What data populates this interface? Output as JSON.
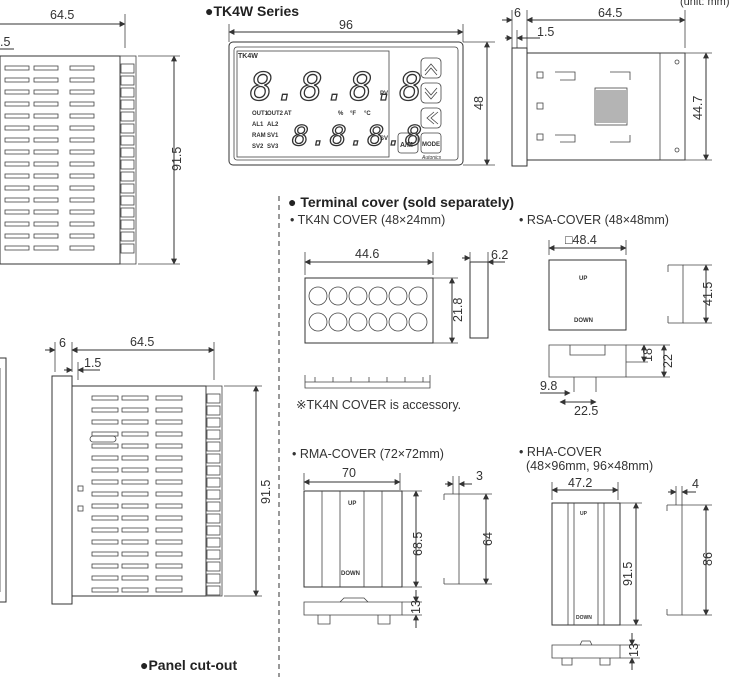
{
  "units": "(unit: mm)",
  "series_title": "●TK4W Series",
  "panel_cutout": "●Panel cut-out",
  "terminal_cover": {
    "title": "● Terminal cover (sold separately)",
    "tk4n": "• TK4N COVER (48×24mm)",
    "rsa": "• RSA-COVER (48×48mm)",
    "rma": "• RMA-COVER (72×72mm)",
    "rha_line1": "• RHA-COVER",
    "rha_line2": "(48×96mm, 96×48mm)",
    "accessory_note": "※TK4N COVER is accessory."
  },
  "dims": {
    "top_left_645": "64.5",
    "top_left_15": ".5",
    "left_915": "91.5",
    "front_96": "96",
    "front_48": "48",
    "side_6": "6",
    "side_645": "64.5",
    "side_15": "1.5",
    "side_447": "44.7",
    "bottom_6": "6",
    "bottom_645": "64.5",
    "bottom_15": "1.5",
    "bottom_915": "91.5",
    "tk4n_446": "44.6",
    "tk4n_62": "6.2",
    "tk4n_218": "21.8",
    "rsa_484": "□48.4",
    "rsa_415": "41.5",
    "rsa_18": "18",
    "rsa_22": "22",
    "rsa_98": "9.8",
    "rsa_225": "22.5",
    "rma_70": "70",
    "rma_3": "3",
    "rma_685": "68.5",
    "rma_64": "64",
    "rma_13": "13",
    "rha_472": "47.2",
    "rha_4": "4",
    "rha_915": "91.5",
    "rha_86": "86",
    "rha_13": "13"
  },
  "device": {
    "model": "TK4W",
    "pv_digits": "8.8.8.8",
    "sv_digits": "8.8.8.8",
    "pv_label": "PV",
    "sv_label": "SV",
    "indicators_row1": [
      "OUT1",
      "OUT2",
      "AT"
    ],
    "units_row": [
      "%",
      "°F",
      "°C"
    ],
    "indicators_row2": [
      "AL1",
      "AL2"
    ],
    "indicators_row3": [
      "RAM",
      "SV1"
    ],
    "indicators_row4": [
      "SV2",
      "SV3"
    ],
    "button_am": "A/M",
    "button_mode": "MODE",
    "brand": "Autonics"
  },
  "cover_labels": {
    "up": "UP",
    "down": "DOWN",
    "rma_up": "UP",
    "rma_down": "DOWN",
    "rha_up": "UP",
    "rha_down": "DOWN"
  }
}
